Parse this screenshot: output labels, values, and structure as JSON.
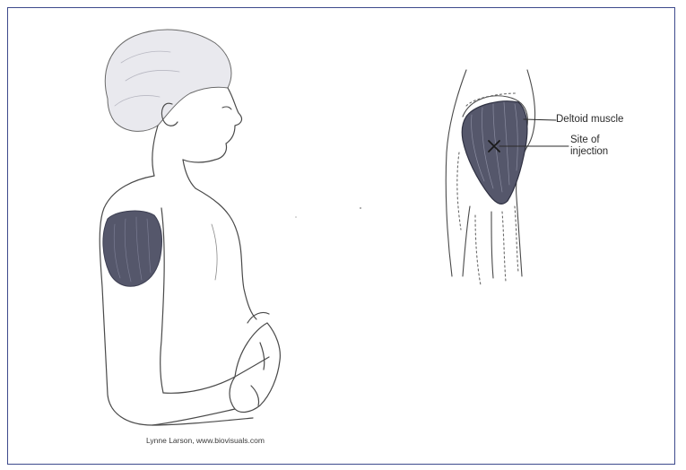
{
  "labels": {
    "deltoid_muscle": "Deltoid muscle",
    "site_line1": "Site of",
    "site_line2": "injection"
  },
  "credit": "Lynne Larson, www.biovisuals.com",
  "colors": {
    "frame_border": "#3d4a8c",
    "muscle_fill": "#55576b",
    "line_ink": "#4a4a4a"
  }
}
